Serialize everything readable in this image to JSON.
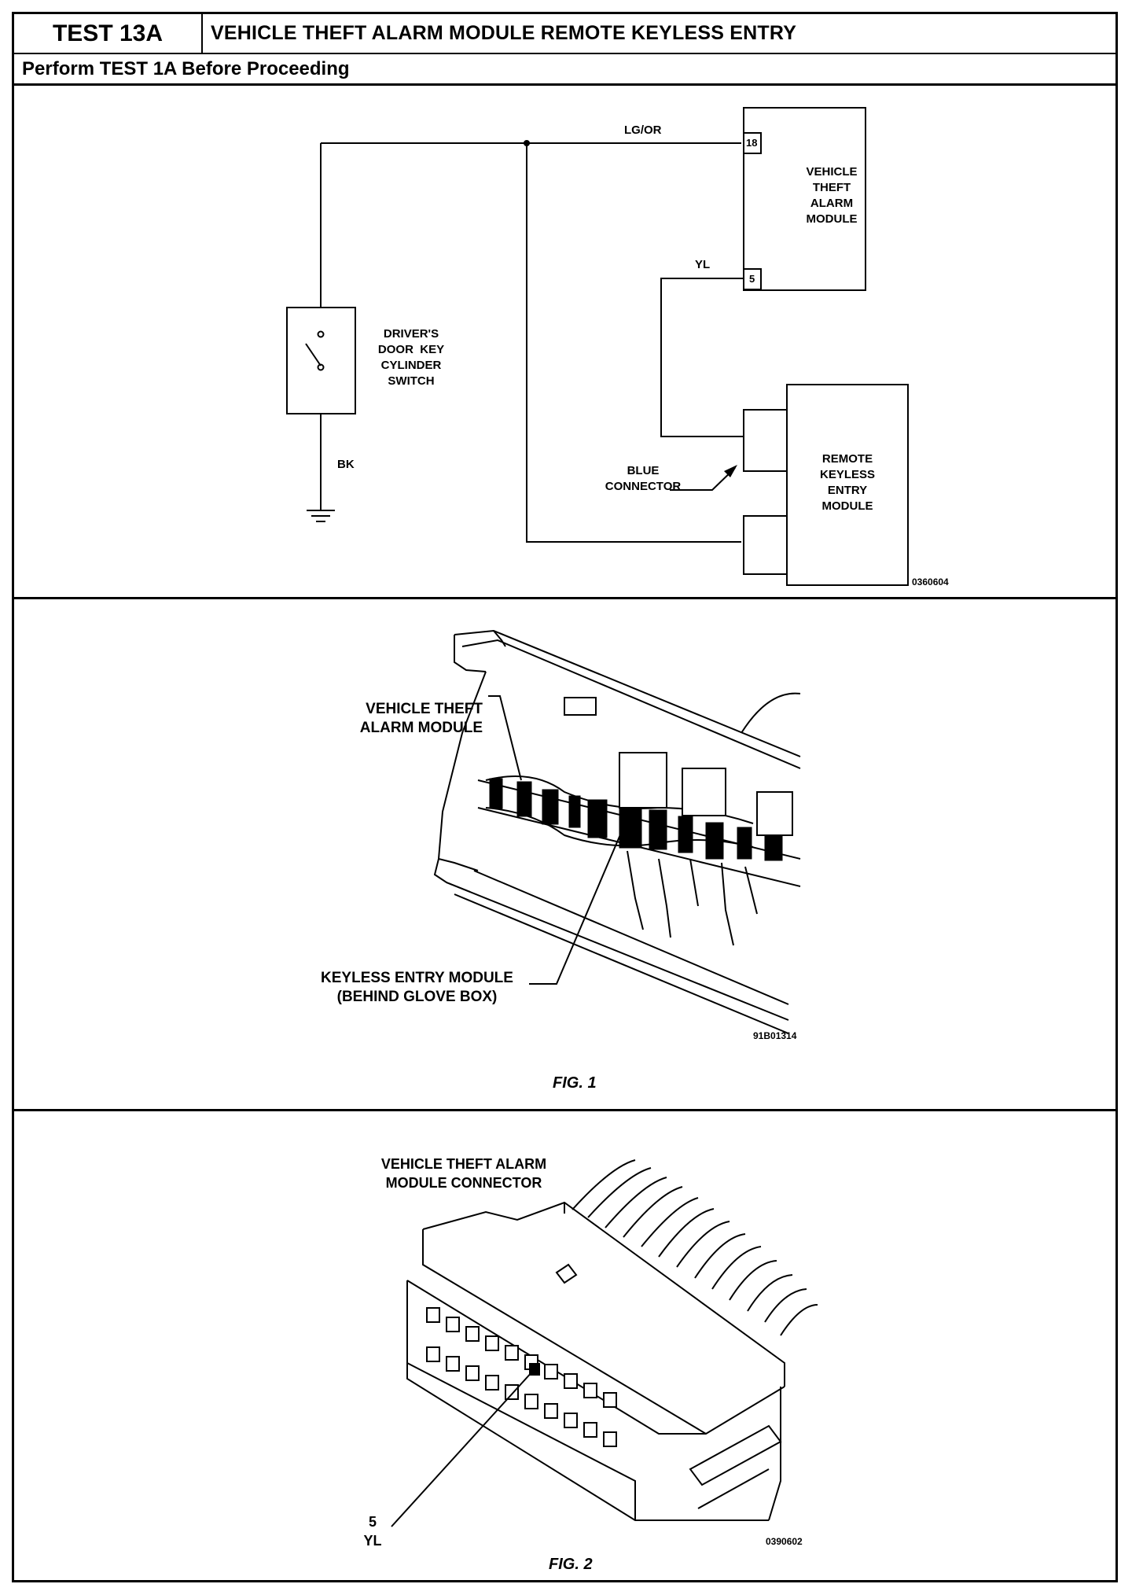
{
  "header": {
    "test_id": "TEST 13A",
    "title": "VEHICLE THEFT ALARM MODULE REMOTE KEYLESS ENTRY",
    "prerequisite": "Perform TEST 1A Before Proceeding"
  },
  "schematic": {
    "wire_lg_or": "LG/OR",
    "wire_yl": "YL",
    "wire_bk": "BK",
    "pin_18": "18",
    "pin_5": "5",
    "vtam_label": "VEHICLE\nTHEFT\nALARM\nMODULE",
    "rke_label": "REMOTE\nKEYLESS\nENTRY\nMODULE",
    "switch_label": "DRIVER'S\nDOOR  KEY\nCYLINDER\nSWITCH",
    "blue_connector_label": "BLUE\nCONNECTOR",
    "code": "0360604"
  },
  "fig1": {
    "vtam_callout": "VEHICLE THEFT\nALARM MODULE",
    "keyless_callout": "KEYLESS ENTRY MODULE\n(BEHIND GLOVE BOX)",
    "code": "91B01314",
    "caption": "FIG. 1"
  },
  "fig2": {
    "connector_title": "VEHICLE THEFT ALARM\nMODULE CONNECTOR",
    "pin_label": "5\nYL",
    "code": "0390602",
    "caption": "FIG. 2"
  }
}
